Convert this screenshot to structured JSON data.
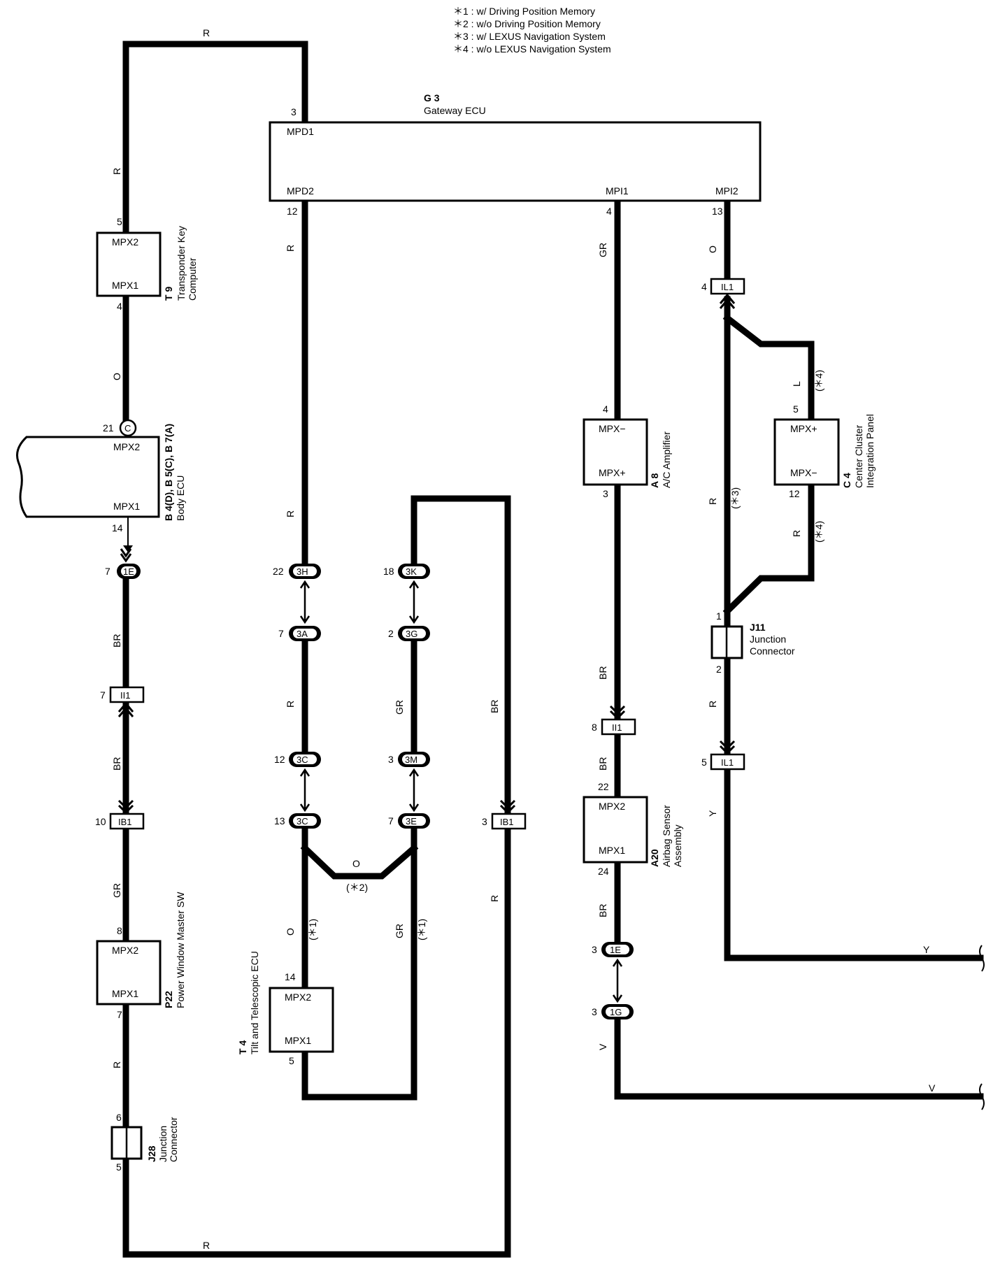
{
  "notes": [
    "＊1 : w/ Driving Position Memory",
    "＊2 : w/o Driving Position Memory",
    "＊3 : w/ LEXUS Navigation System",
    "＊4 : w/o LEXUS Navigation System"
  ],
  "gateway": {
    "code": "G 3",
    "name": "Gateway ECU",
    "pins": {
      "mpd1": "MPD1",
      "mpd2": "MPD2",
      "mpi1": "MPI1",
      "mpi2": "MPI2"
    },
    "pin_nums": {
      "mpd1": "3",
      "mpd2": "12",
      "mpi1": "4",
      "mpi2": "13"
    }
  },
  "transponder": {
    "code": "T 9",
    "name1": "Transponder Key",
    "name2": "Computer",
    "top": "MPX2",
    "bottom": "MPX1",
    "pin_top": "5",
    "pin_bottom": "4"
  },
  "body_ecu": {
    "code": "B 4(D), B 5(C), B 7(A)",
    "name": "Body ECU",
    "top": "MPX2",
    "bottom": "MPX1",
    "pin_top": "21",
    "conn_top": "C",
    "pin_bottom": "14"
  },
  "power_window": {
    "code": "P22",
    "name": "Power Window Master SW",
    "top": "MPX2",
    "bottom": "MPX1",
    "pin_top": "8",
    "pin_bottom": "7"
  },
  "j28": {
    "code": "J28",
    "name1": "Junction",
    "name2": "Connector",
    "pin_top": "6",
    "pin_bottom": "5"
  },
  "tilt": {
    "code": "T 4",
    "name": "Tilt and Telescopic ECU",
    "top": "MPX2",
    "bottom": "MPX1",
    "pin_top": "14",
    "pin_bottom": "5"
  },
  "ac_amp": {
    "code": "A 8",
    "name": "A/C Amplifier",
    "top": "MPX−",
    "bottom": "MPX+",
    "pin_top": "4",
    "pin_bottom": "3"
  },
  "airbag": {
    "code": "A20",
    "name1": "Airbag Sensor",
    "name2": "Assembly",
    "top": "MPX2",
    "bottom": "MPX1",
    "pin_top": "22",
    "pin_bottom": "24"
  },
  "center_cluster": {
    "code": "C 4",
    "name1": "Center Cluster",
    "name2": "Integration Panel",
    "top": "MPX+",
    "bottom": "MPX−",
    "pin_top": "5",
    "pin_bottom": "12"
  },
  "j11": {
    "code": "J11",
    "name1": "Junction",
    "name2": "Connector",
    "pin_top": "1",
    "pin_bottom": "2"
  },
  "connectors": {
    "c1e_left": {
      "pin": "7",
      "label": "1E"
    },
    "ii1_left": {
      "pin": "7",
      "label": "II1"
    },
    "ib1_left": {
      "pin": "10",
      "label": "IB1"
    },
    "c3h": {
      "pin": "22",
      "label": "3H"
    },
    "c3a": {
      "pin": "7",
      "label": "3A"
    },
    "c3c_a": {
      "pin": "12",
      "label": "3C"
    },
    "c3c_b": {
      "pin": "13",
      "label": "3C"
    },
    "c3k": {
      "pin": "18",
      "label": "3K"
    },
    "c3g": {
      "pin": "2",
      "label": "3G"
    },
    "c3m": {
      "pin": "3",
      "label": "3M"
    },
    "c3e": {
      "pin": "7",
      "label": "3E"
    },
    "ib1_mid": {
      "pin": "3",
      "label": "IB1"
    },
    "ii1_mid": {
      "pin": "8",
      "label": "II1"
    },
    "c1e_mid": {
      "pin": "3",
      "label": "1E"
    },
    "c1g_mid": {
      "pin": "3",
      "label": "1G"
    },
    "il1_top": {
      "pin": "4",
      "label": "IL1"
    },
    "il1_bot": {
      "pin": "5",
      "label": "IL1"
    }
  },
  "wire_colors": {
    "r_top": "R",
    "r_left": "R",
    "o_left": "O",
    "br_left1": "BR",
    "br_left2": "BR",
    "gr_left": "GR",
    "r_left2": "R",
    "r_bottom": "R",
    "r_mpd2": "R",
    "r_mid": "R",
    "r_3a": "R",
    "gr_3g": "GR",
    "o_x": "O",
    "o_tilt": "O",
    "gr_tilt": "GR",
    "br_loop": "BR",
    "r_loop": "R",
    "gr_mpi1": "GR",
    "br_ac": "BR",
    "br_ii1": "BR",
    "br_airbag": "BR",
    "v_vert": "V",
    "v_horiz": "V",
    "o_mpi2": "O",
    "l_cc": "L",
    "r_cc": "R",
    "r_main": "R",
    "r_j11": "R",
    "y_vert": "Y",
    "y_horiz": "Y"
  },
  "marks": {
    "n4a": "(＊4)",
    "n4b": "(＊4)",
    "n3": "(＊3)",
    "n2": "(＊2)",
    "n1a": "(＊1)",
    "n1b": "(＊1)"
  }
}
